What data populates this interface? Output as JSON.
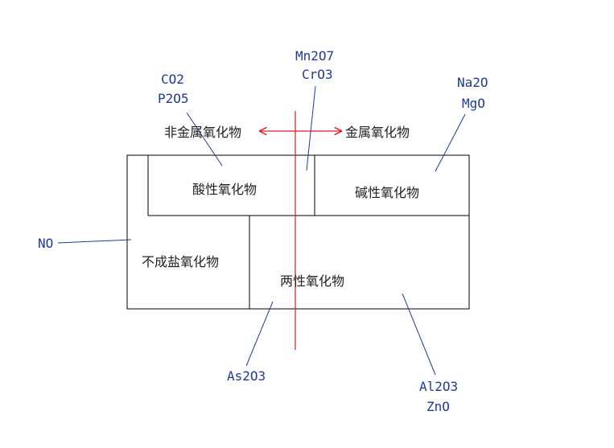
{
  "colors": {
    "box_stroke": "#000000",
    "leader_stroke": "#1f3a9e",
    "divider_red": "#e01b1b",
    "label_blue": "#1f3a9e",
    "label_black": "#222222"
  },
  "header": {
    "nonmetal_oxide": "非金属氧化物",
    "metal_oxide": "金属氧化物"
  },
  "categories": {
    "acidic": "酸性氧化物",
    "basic": "碱性氧化物",
    "non_salt_forming": "不成盐氧化物",
    "amphoteric": "两性氧化物"
  },
  "examples": {
    "acidic": [
      "CO2",
      "P2O5"
    ],
    "boundary": [
      "Mn2O7",
      "CrO3"
    ],
    "basic": [
      "Na2O",
      "MgO"
    ],
    "non_salt_forming": [
      "NO"
    ],
    "amphoteric_left": [
      "As2O3"
    ],
    "amphoteric_right": [
      "Al2O3",
      "ZnO"
    ]
  }
}
